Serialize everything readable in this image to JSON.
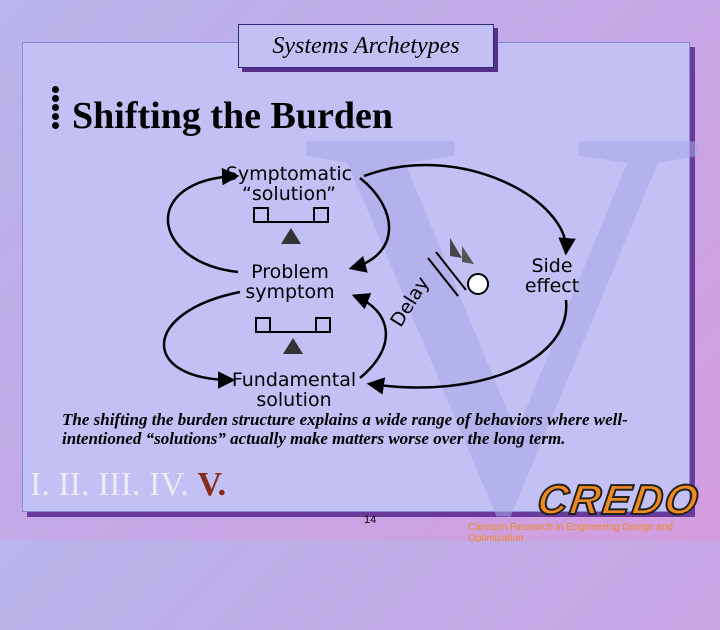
{
  "slide": {
    "title": "Systems Archetypes",
    "heading": "Shifting the Burden",
    "caption": "The shifting the burden structure explains a wide range of behaviors where well-intentioned “solutions” actually make matters worse over the long term.",
    "page_number": "14",
    "footer": "Clemson Research in Engineering Design and Optimization",
    "logo_text": "CREDO",
    "watermark": "V"
  },
  "diagram": {
    "symptomatic_solution": [
      "Symptomatic",
      "“solution”"
    ],
    "problem_symptom": [
      "Problem",
      "symptom"
    ],
    "side_effect": [
      "Side",
      "effect"
    ],
    "fundamental_solution": [
      "Fundamental",
      "solution"
    ],
    "delay_label": "Delay"
  },
  "sections": {
    "items": [
      "I.",
      "II.",
      "III.",
      "IV."
    ],
    "current": "V."
  },
  "colors": {
    "accent": "#8a2a1a",
    "logo": "#f08a20",
    "panel": "#c2c0f4"
  }
}
